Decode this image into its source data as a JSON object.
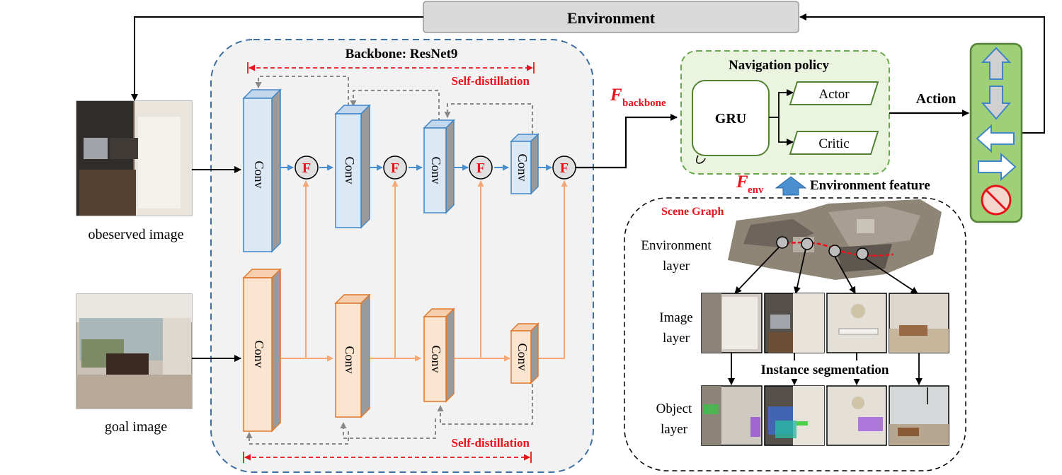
{
  "environment": {
    "label": "Environment"
  },
  "backbone": {
    "title": "Backbone: ResNet9",
    "self_distillation_top": "Self-distillation",
    "self_distillation_bottom": "Self-distillation",
    "conv_label": "Conv",
    "fusion_label": "F"
  },
  "inputs": {
    "observed_caption": "obeserved image",
    "goal_caption": "goal image"
  },
  "policy": {
    "title": "Navigation policy",
    "gru": "GRU",
    "actor": "Actor",
    "critic": "Critic",
    "action": "Action"
  },
  "features": {
    "backbone_symbol": "F",
    "backbone_sub": "backbone",
    "env_symbol": "F",
    "env_sub": "env",
    "env_feature": "Environment feature"
  },
  "scene_graph": {
    "title": "Scene Graph",
    "env_layer_line1": "Environment",
    "env_layer_line2": "layer",
    "image_layer_line1": "Image",
    "image_layer_line2": "layer",
    "object_layer_line1": "Object",
    "object_layer_line2": "layer",
    "instance_segmentation": "Instance segmentation"
  },
  "actions": {
    "icons": [
      "arrow-up-icon",
      "arrow-down-icon",
      "arrow-left-icon",
      "arrow-right-icon",
      "stop-icon"
    ]
  },
  "colors": {
    "red_label": "#e8141c",
    "blue_conv_fill": "#dce9f5",
    "blue_conv_stroke": "#3f86c6",
    "orange_conv_fill": "#fbe4d0",
    "orange_conv_stroke": "#e0782c",
    "policy_fill": "#eaf4df",
    "policy_stroke": "#6aa84f",
    "action_panel_fill": "#9fcf78"
  }
}
